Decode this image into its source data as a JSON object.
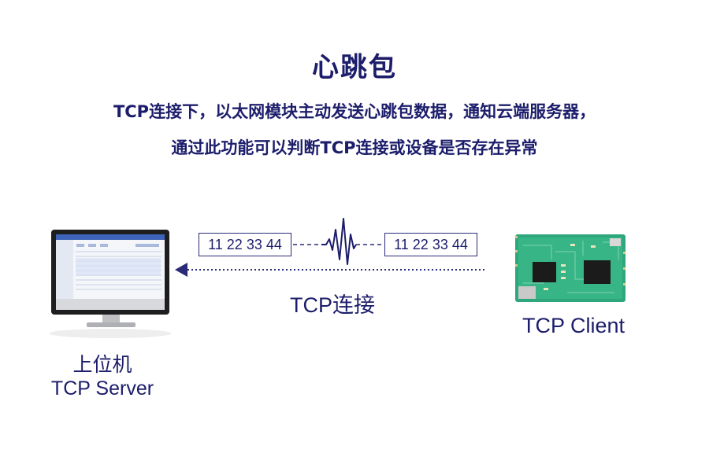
{
  "title": "心跳包",
  "description": {
    "line1": "TCP连接下，以太网模块主动发送心跳包数据，通知云端服务器，",
    "line2": "通过此功能可以判断TCP连接或设备是否存在异常"
  },
  "packet": {
    "left": "11 22 33 44",
    "right": "11 22 33 44"
  },
  "connection_label": "TCP连接",
  "server": {
    "name": "上位机",
    "role": "TCP Server"
  },
  "client": {
    "role": "TCP Client"
  },
  "icons": [
    "monitor-icon",
    "circuit-board-icon",
    "arrow-left-icon",
    "pulse-wave-icon"
  ],
  "colors": {
    "text": "#1c1d6b",
    "board_green": "#2fa77c",
    "screen_frame": "#222222"
  }
}
